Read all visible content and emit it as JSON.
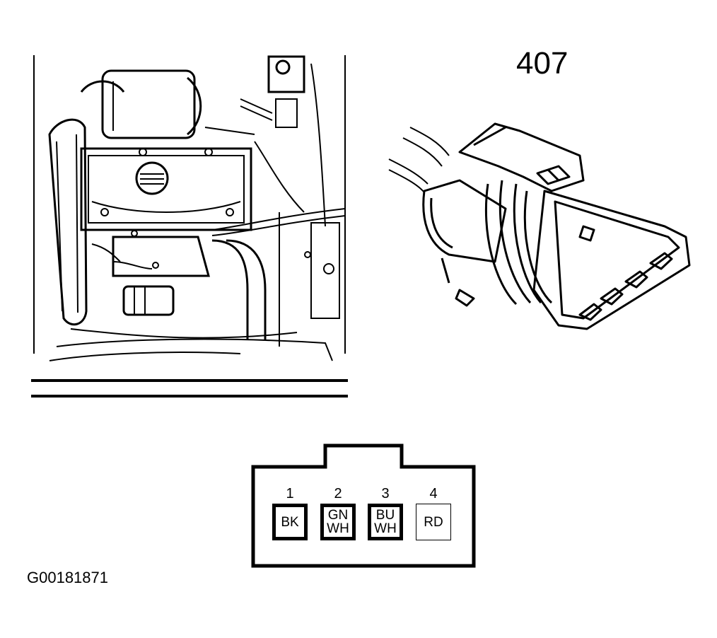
{
  "component": {
    "number": "407"
  },
  "figure": {
    "code": "G00181871"
  },
  "pinout": {
    "pins": [
      {
        "number": "1",
        "wire_lines": [
          "BK"
        ],
        "border": "dark"
      },
      {
        "number": "2",
        "wire_lines": [
          "GN",
          "WH"
        ],
        "border": "dark"
      },
      {
        "number": "3",
        "wire_lines": [
          "BU",
          "WH"
        ],
        "border": "dark"
      },
      {
        "number": "4",
        "wire_lines": [
          "RD"
        ],
        "border": "light"
      }
    ]
  },
  "colors": {
    "line": "#000000",
    "background": "#ffffff"
  }
}
